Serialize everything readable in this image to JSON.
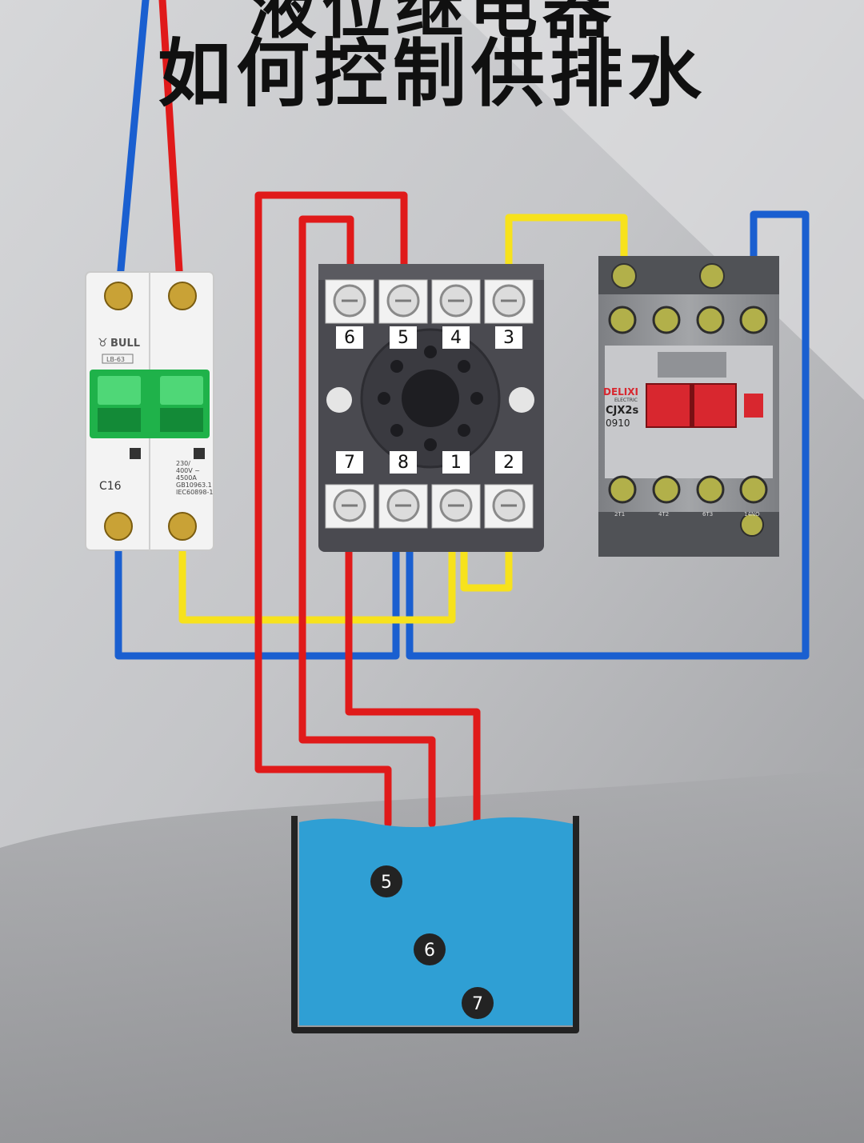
{
  "title": {
    "line1": "液位继电器",
    "line2": "如何控制供排水"
  },
  "breaker": {
    "brand": "BULL",
    "model": "LB-63",
    "rating": "C16",
    "spec_lines": [
      "230/",
      "400V ~",
      "4500A",
      "GB10963.1",
      "IEC60898-1"
    ]
  },
  "relay": {
    "top_terminals": [
      "6",
      "5",
      "4",
      "3"
    ],
    "bottom_terminals": [
      "7",
      "8",
      "1",
      "2"
    ]
  },
  "contactor": {
    "brand": "DELIXI",
    "sub": "ELECTRIC",
    "model": "CJX2s",
    "code": "0910",
    "bottom_labels": [
      "2T1",
      "4T2",
      "6T3",
      "14NO"
    ]
  },
  "tank": {
    "probes": [
      "5",
      "6",
      "7"
    ],
    "water_color": "#2f9fd4"
  },
  "colors": {
    "live": "#e01a1a",
    "neutral": "#1a5fd0",
    "control": "#f7e21c",
    "relay_body": "#4a4a50",
    "contactor_body": "#8e9094",
    "breaker_green": "#1fb24a"
  }
}
